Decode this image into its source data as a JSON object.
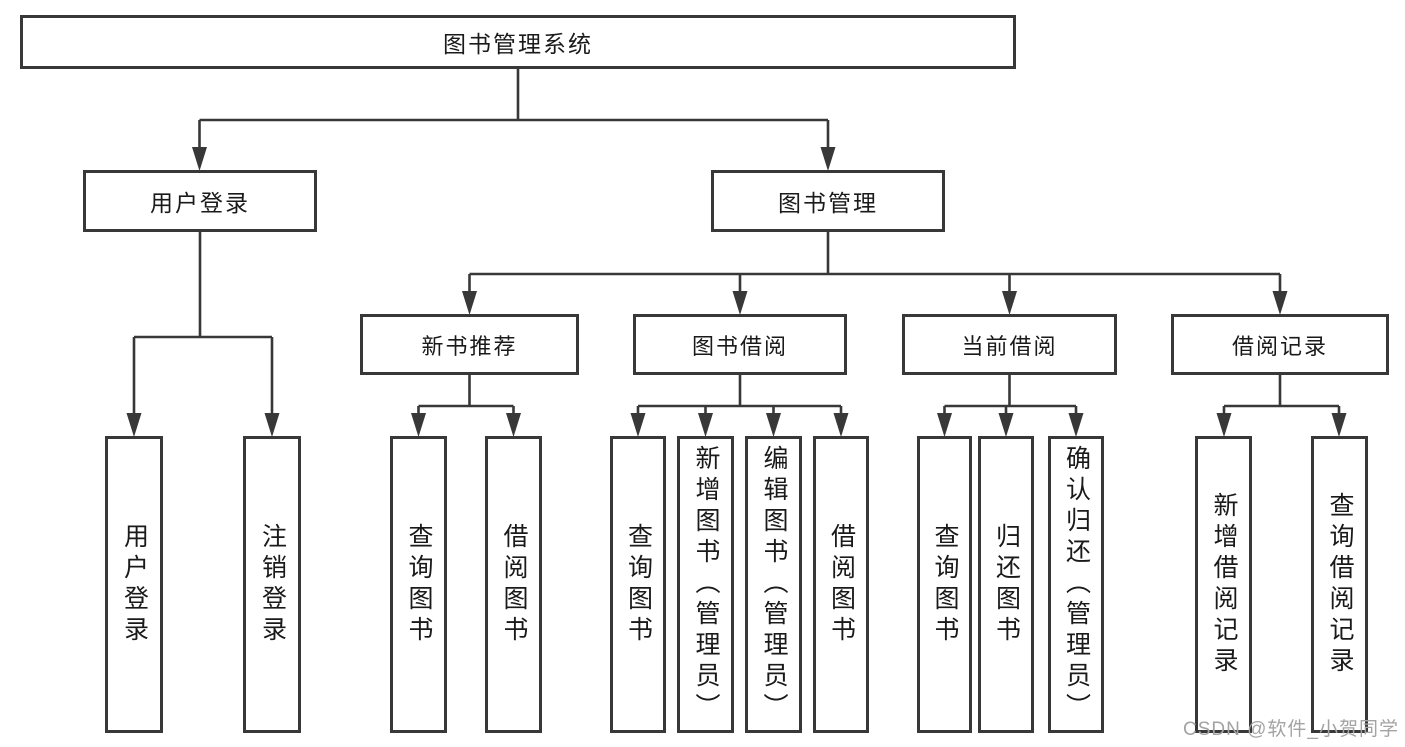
{
  "root": {
    "label": "图书管理系统"
  },
  "level1": [
    {
      "label": "用户登录",
      "children": [
        {
          "label": "用户登录"
        },
        {
          "label": "注销登录"
        }
      ]
    },
    {
      "label": "图书管理"
    }
  ],
  "level2": [
    {
      "label": "新书推荐",
      "children": [
        {
          "label": "查询图书"
        },
        {
          "label": "借阅图书"
        }
      ]
    },
    {
      "label": "图书借阅",
      "children": [
        {
          "label": "查询图书"
        },
        {
          "label": "新增图书（管理员）"
        },
        {
          "label": "编辑图书（管理员）"
        },
        {
          "label": "借阅图书"
        }
      ]
    },
    {
      "label": "当前借阅",
      "children": [
        {
          "label": "查询图书"
        },
        {
          "label": "归还图书"
        },
        {
          "label": "确认归还（管理员）"
        }
      ]
    },
    {
      "label": "借阅记录",
      "children": [
        {
          "label": "新增借阅记录"
        },
        {
          "label": "查询借阅记录"
        }
      ]
    }
  ],
  "watermark": {
    "text": "CSDN @软件_小贺同学"
  },
  "colors": {
    "line": "#383838",
    "text": "#1a1a1a",
    "watermark": "#a3a3a3",
    "background": "#ffffff"
  }
}
